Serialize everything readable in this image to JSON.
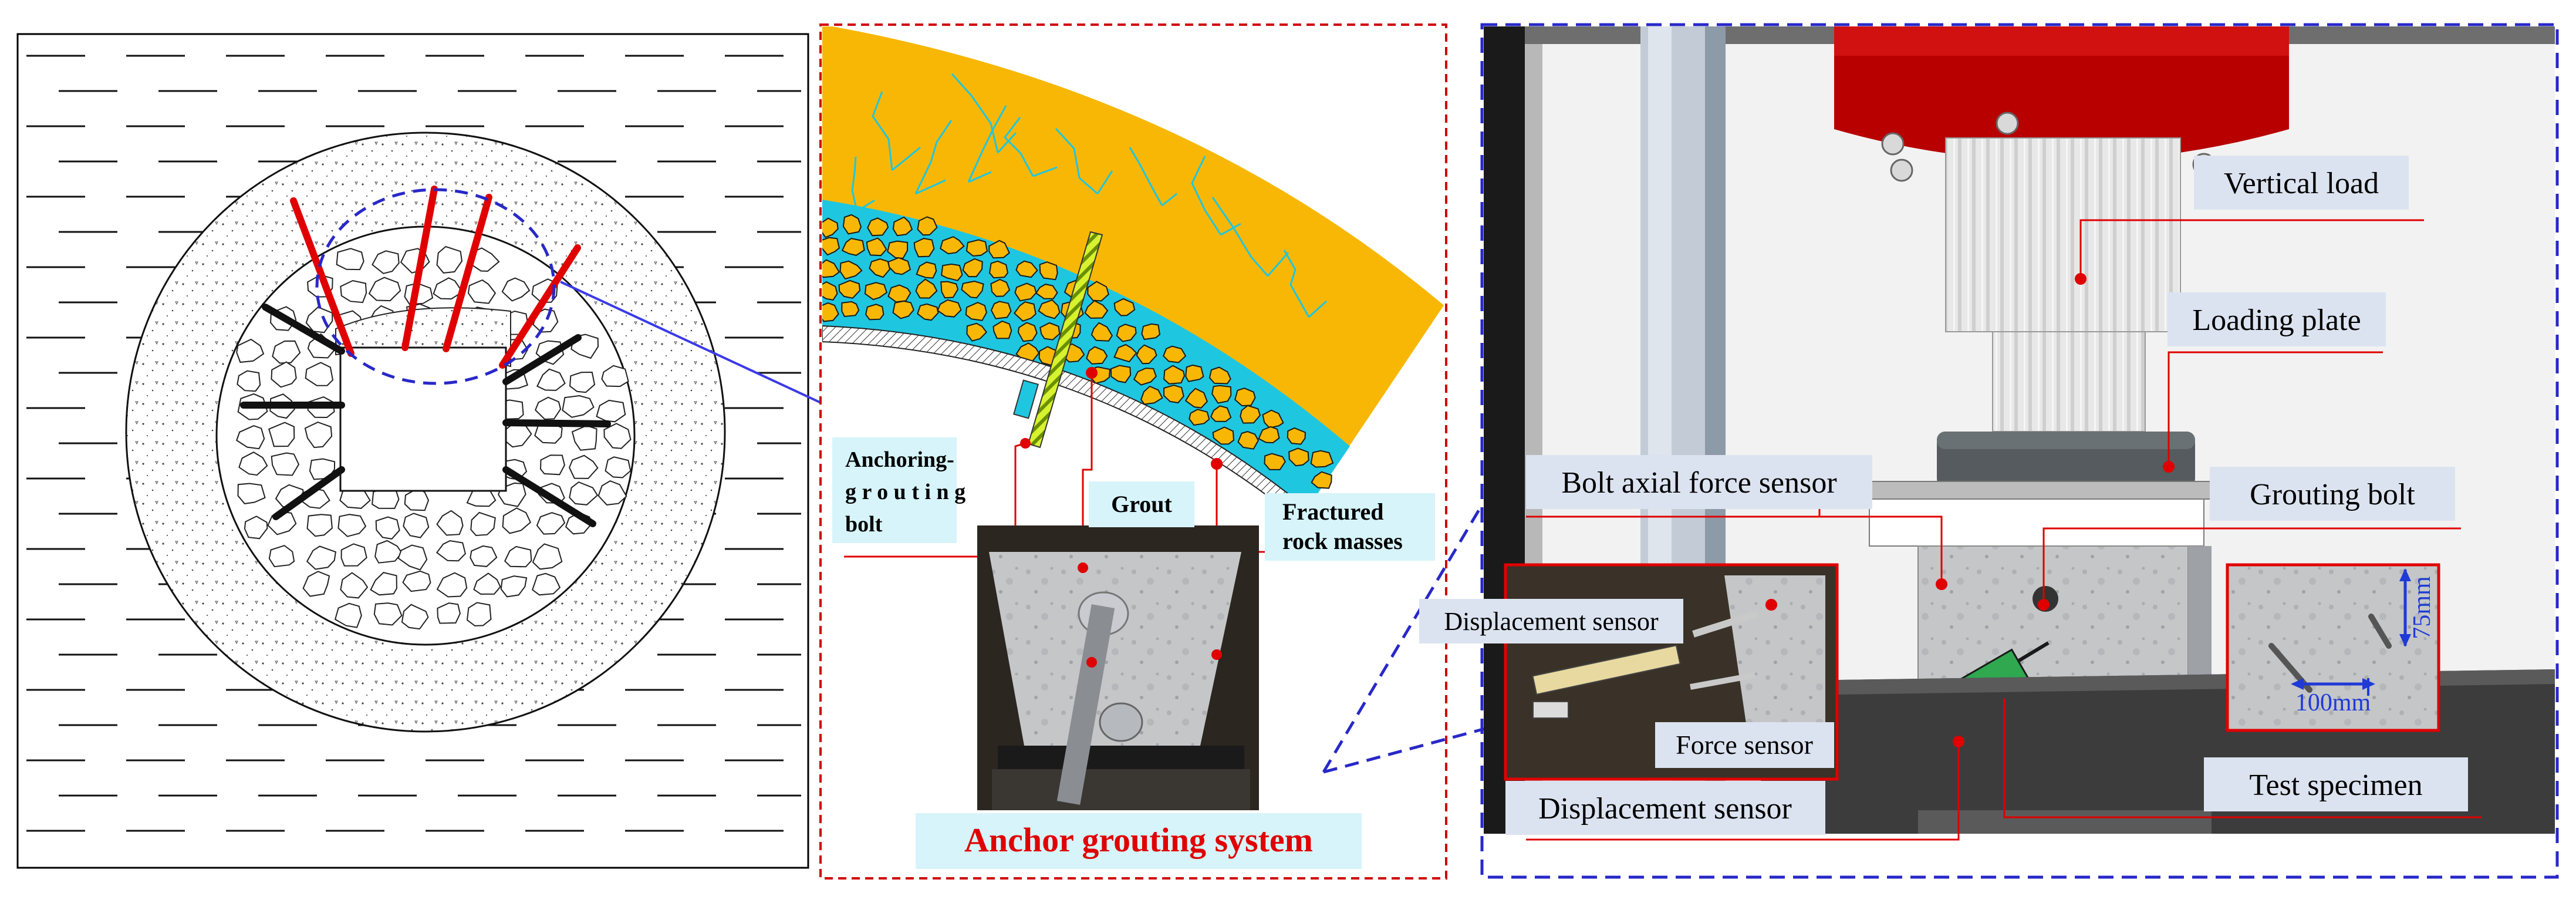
{
  "panel_a": {
    "labels": {
      "anchoring_bolt": [
        "Anchoring-",
        "g r o u t i n g",
        "bolt"
      ]
    }
  },
  "panel_b": {
    "labels": {
      "grout": "Grout",
      "fractured": [
        "Fractured",
        "rock masses"
      ],
      "caption": "Anchor grouting system"
    }
  },
  "panel_c": {
    "labels": {
      "vertical_load": "Vertical load",
      "loading_plate": "Loading plate",
      "bolt_axial_force_sensor": "Bolt axial force sensor",
      "grouting_bolt": "Grouting bolt",
      "displacement_sensor_inset": "Displacement sensor",
      "force_sensor": "Force sensor",
      "displacement_sensor": "Displacement sensor",
      "test_specimen": "Test specimen",
      "dim_100": "100mm",
      "dim_75": "75mm"
    }
  },
  "colors": {
    "rock_fill": "#f8b704",
    "grout_fill": "#1fc6e0",
    "label_box": "#dce3f0",
    "cyan_box": "#d6f4fa",
    "red_line": "#e00000",
    "blue_dash": "#2828c8",
    "red_dash": "#d00000",
    "caption_red": "#e00000",
    "machine_red": "#b80000"
  }
}
